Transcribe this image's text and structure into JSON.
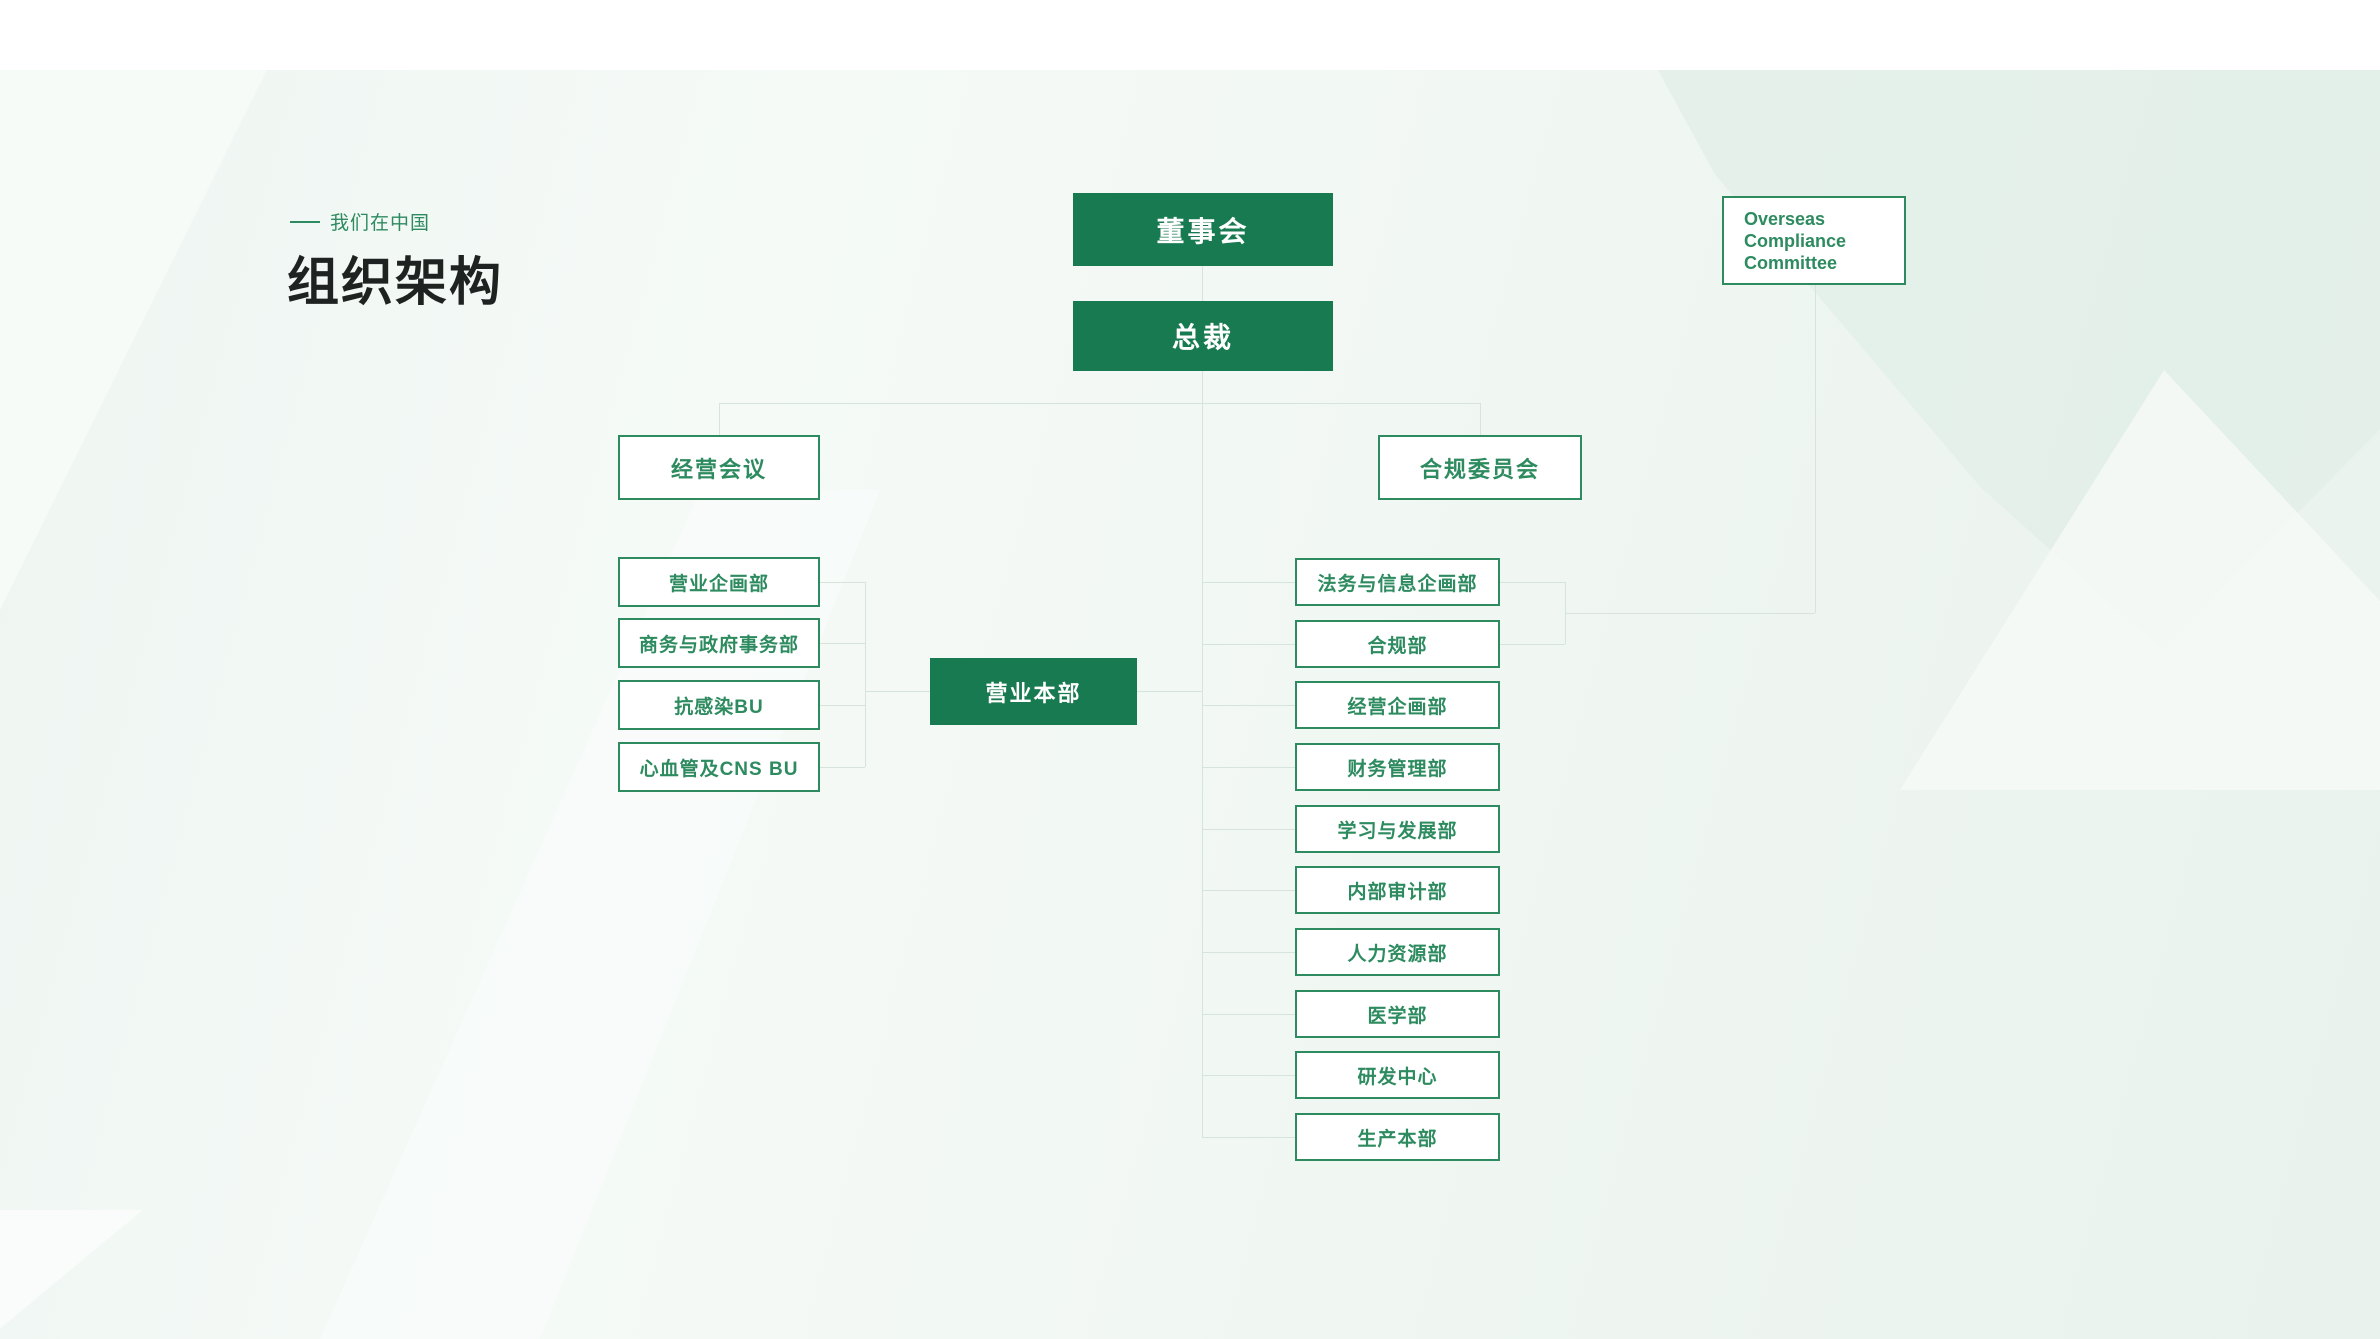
{
  "header": {
    "eyebrow": "我们在中国",
    "title": "组织架构"
  },
  "colors": {
    "primary_green": "#187a50",
    "outline_green": "#2e8b60",
    "connector_line": "#d7e4dc",
    "section_background": "#eef5f1",
    "title_text": "#1e2220"
  },
  "org_chart": {
    "board": "董事会",
    "president": "总裁",
    "management_meeting": "经营会议",
    "compliance_committee": "合规委员会",
    "sales_hq": "营业本部",
    "overseas_lines": [
      "Overseas",
      "Compliance",
      "Committee"
    ],
    "sales_departments": [
      "营业企画部",
      "商务与政府事务部",
      "抗感染BU",
      "心血管及CNS BU"
    ],
    "president_departments": [
      "法务与信息企画部",
      "合规部",
      "经营企画部",
      "财务管理部",
      "学习与发展部",
      "内部审计部",
      "人力资源部",
      "医学部",
      "研发中心",
      "生产本部"
    ]
  }
}
